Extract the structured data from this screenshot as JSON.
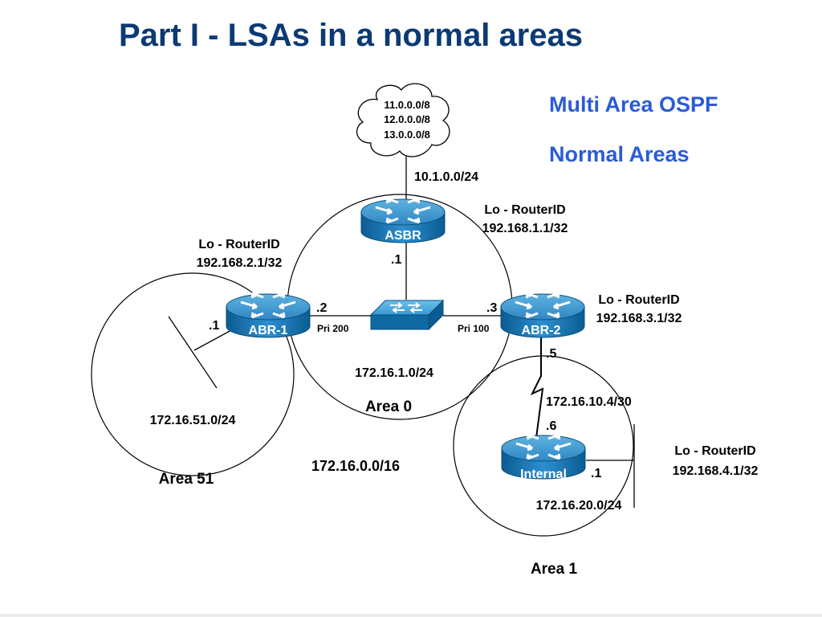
{
  "title": "Part I - LSAs in a normal areas",
  "side_notes": {
    "line1": "Multi Area OSPF",
    "line2": "Normal Areas"
  },
  "cloud": {
    "net1": "11.0.0.0/8",
    "net2": "12.0.0.0/8",
    "net3": "13.0.0.0/8"
  },
  "asbr": {
    "label": "ASBR",
    "uplink_net": "10.1.0.0/24",
    "rid_title": "Lo - RouterID",
    "rid": "192.168.1.1/32",
    "iface": ".1"
  },
  "abr1": {
    "label": "ABR-1",
    "rid_title": "Lo - RouterID",
    "rid": "192.168.2.1/32",
    "iface_area0": ".2",
    "iface_area51": ".1",
    "priority": "Pri 200"
  },
  "abr2": {
    "label": "ABR-2",
    "rid_title": "Lo - RouterID",
    "rid": "192.168.3.1/32",
    "iface_area0": ".3",
    "iface_serial": ".5",
    "priority": "Pri 100"
  },
  "internal": {
    "label": "Internal",
    "rid_title": "Lo - RouterID",
    "rid": "192.168.4.1/32",
    "iface_serial": ".6",
    "iface_lan": ".1"
  },
  "networks": {
    "area0_lan": "172.16.1.0/24",
    "serial": "172.16.10.4/30",
    "area1_lan": "172.16.20.0/24",
    "area51_lan": "172.16.51.0/24",
    "summary": "172.16.0.0/16"
  },
  "areas": {
    "area0": "Area 0",
    "area1": "Area 1",
    "area51": "Area 51"
  }
}
